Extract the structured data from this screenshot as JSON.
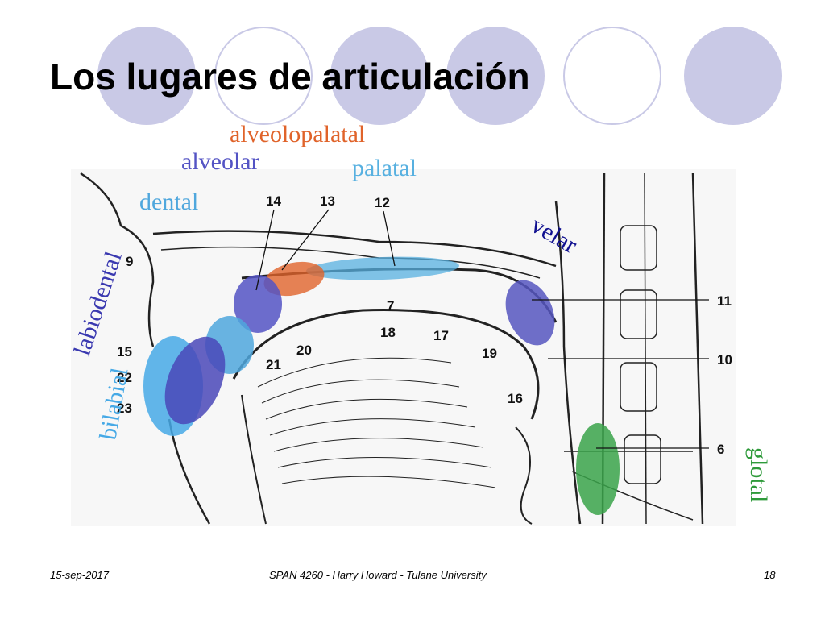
{
  "slide": {
    "title": "Los lugares de articulación"
  },
  "labels": {
    "alveolopalatal": "alveolopalatal",
    "alveolar": "alveolar",
    "palatal": "palatal",
    "dental": "dental",
    "velar": "velar",
    "labiodental": "labiodental",
    "bilabial": "bilabial",
    "glotal": "glotal"
  },
  "numbers": [
    "14",
    "13",
    "12",
    "9",
    "7",
    "18",
    "17",
    "11",
    "15",
    "20",
    "19",
    "10",
    "22",
    "21",
    "23",
    "16",
    "6"
  ],
  "colors": {
    "alveolopalatal": "#e0632a",
    "alveolar": "#5353c4",
    "palatal": "#57b0e0",
    "dental": "#4fa7dd",
    "velar": "#101090",
    "labiodental": "#3a39b0",
    "bilabial": "#46a9e6",
    "glotal": "#2e9a3a",
    "decor": "#c9c9e6"
  },
  "footer": {
    "date": "15-sep-2017",
    "course": "SPAN 4260 - Harry Howard - Tulane University",
    "page": "18"
  }
}
